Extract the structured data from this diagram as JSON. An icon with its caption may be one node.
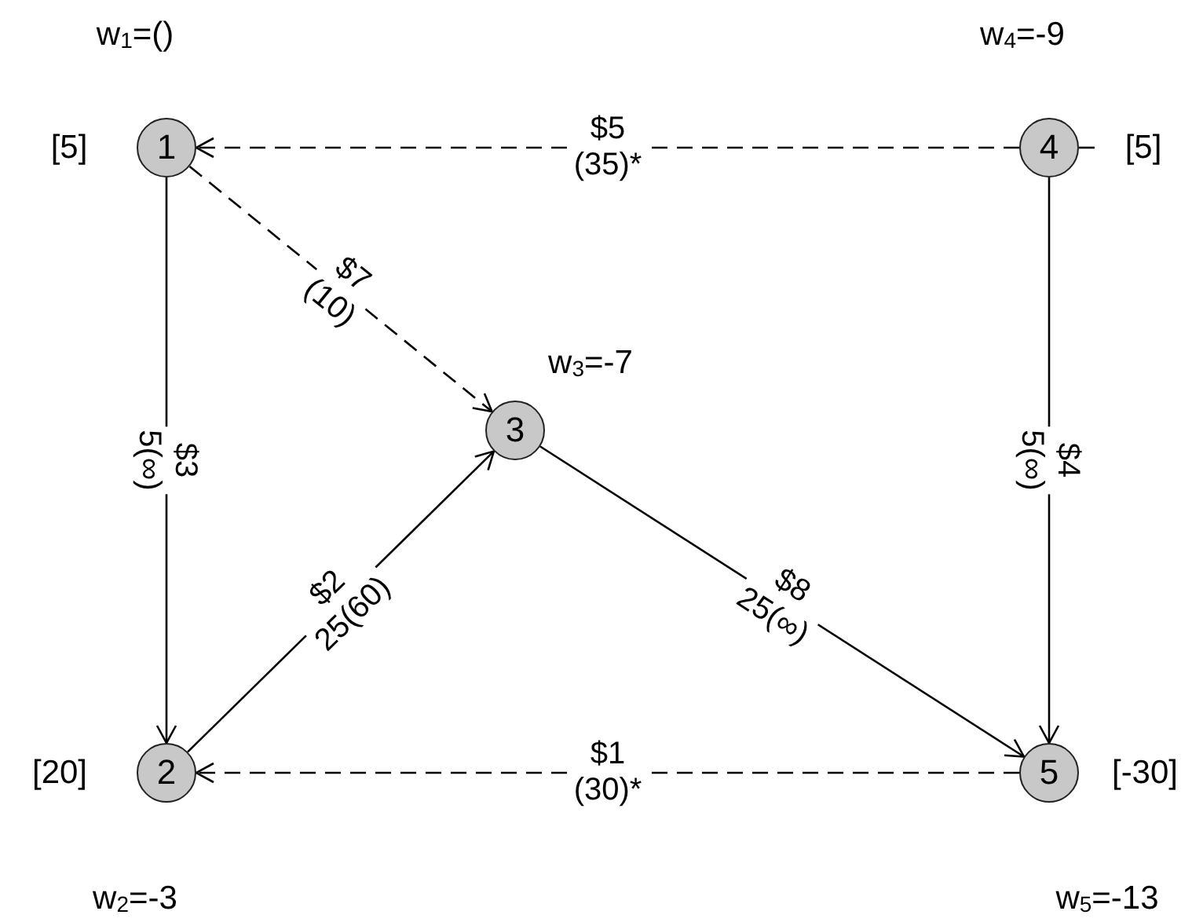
{
  "diagram": {
    "nodes": [
      {
        "text": [
          "1"
        ],
        "beside": [
          "w$_{1}$=()",
          "[5]"
        ]
      },
      {
        "text": [
          "4"
        ],
        "beside": [
          "w$_{4}$=-9",
          "[5]"
        ]
      },
      {
        "text": [
          "3"
        ],
        "beside": [
          "w$_{3}$=-7"
        ]
      },
      {
        "text": [
          "2"
        ],
        "beside": [
          "[20]",
          "w$_{2}$=-3"
        ]
      },
      {
        "text": [
          "5"
        ],
        "beside": [
          "[-30]",
          "w$_{5}$=-13"
        ]
      }
    ],
    "edges": [
      {
        "from": 1,
        "to": 0,
        "arrow": "to",
        "label": "$5 (35)*",
        "style": "dashed"
      },
      {
        "from": 0,
        "to": 2,
        "arrow": "to",
        "label": "$7 (10)",
        "style": "dashed"
      },
      {
        "from": 0,
        "to": 3,
        "arrow": "to",
        "label": "$3 5(∞)"
      },
      {
        "from": 3,
        "to": 2,
        "arrow": "to",
        "label": "$2 25(60)"
      },
      {
        "from": 2,
        "to": 4,
        "arrow": "to",
        "label": "$8 25(∞)"
      },
      {
        "from": 1,
        "to": 4,
        "arrow": "to",
        "label": "$4 5(∞)"
      },
      {
        "from": 4,
        "to": 3,
        "arrow": "to",
        "label": "$1 (30)*",
        "style": "dashed"
      },
      {
        "from": 1,
        "to": null,
        "arrow": "none"
      }
    ]
  }
}
